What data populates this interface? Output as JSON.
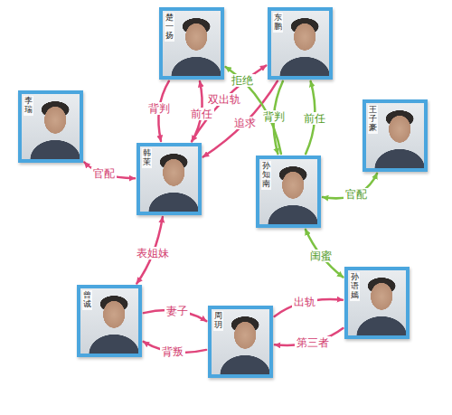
{
  "diagram": {
    "nodes": [
      {
        "text": [
          "楚一扬"
        ]
      },
      {
        "text": [
          "东鹏"
        ]
      },
      {
        "text": [
          "李瑞"
        ]
      },
      {
        "text": [
          "王子豪"
        ]
      },
      {
        "text": [
          "韩茉"
        ]
      },
      {
        "text": [
          "孙知南"
        ]
      },
      {
        "text": [
          "曾诚"
        ]
      },
      {
        "text": [
          "周玥"
        ]
      },
      {
        "text": [
          "孙语嫣"
        ]
      }
    ],
    "edges": [
      {
        "from": 0,
        "to": 4,
        "label": "背判",
        "arrow": "to"
      },
      {
        "from": 4,
        "to": 0,
        "label": "前任",
        "arrow": "to"
      },
      {
        "from": 2,
        "to": 4,
        "label": "官配",
        "arrow": "both"
      },
      {
        "from": 4,
        "to": 1,
        "label": "双出轨",
        "arrow": "both"
      },
      {
        "from": 1,
        "to": 4,
        "label": "追求",
        "arrow": "to"
      },
      {
        "from": 5,
        "to": 0,
        "label": "拒绝",
        "arrow": "to"
      },
      {
        "from": 1,
        "to": 5,
        "label": "背判",
        "arrow": "to"
      },
      {
        "from": 5,
        "to": 1,
        "label": "前任",
        "arrow": "to"
      },
      {
        "from": 3,
        "to": 5,
        "label": "官配",
        "arrow": "both"
      },
      {
        "from": 4,
        "to": 6,
        "label": "表姐妹",
        "arrow": "both"
      },
      {
        "from": 5,
        "to": 8,
        "label": "闺蜜",
        "arrow": "both"
      },
      {
        "from": 6,
        "to": 7,
        "label": "妻子",
        "arrow": "to"
      },
      {
        "from": 7,
        "to": 6,
        "label": "背叛",
        "arrow": "to"
      },
      {
        "from": 7,
        "to": 8,
        "label": "出轨",
        "arrow": "to"
      },
      {
        "from": 8,
        "to": 7,
        "label": "第三者",
        "arrow": "to"
      }
    ]
  }
}
